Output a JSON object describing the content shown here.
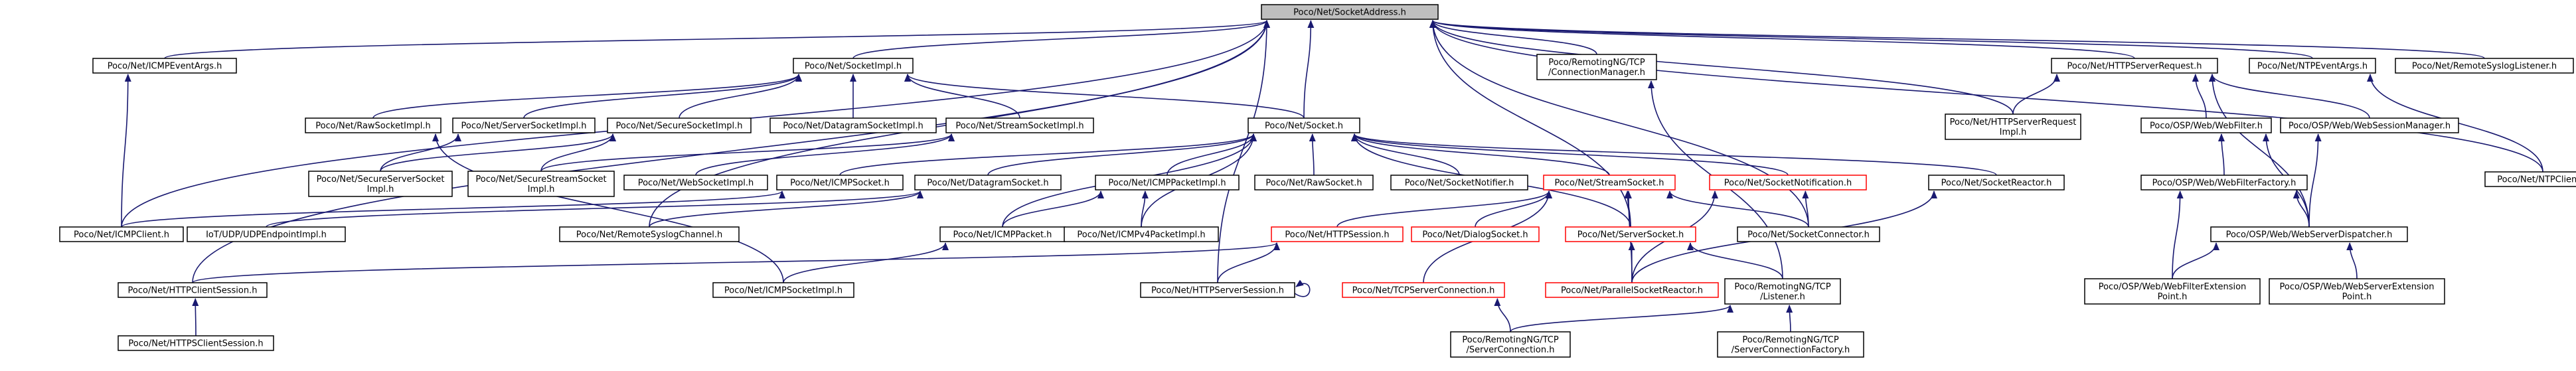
{
  "colors": {
    "edge": "#191970",
    "node_border": "#000000",
    "node_border_highlight": "#ff0000",
    "root_fill": "#bfbfbf",
    "node_fill": "#ffffff"
  },
  "nodes": {
    "socketaddress": {
      "lines": [
        "Poco/Net/SocketAddress.h"
      ],
      "root": true
    },
    "icmpeventargs": {
      "lines": [
        "Poco/Net/ICMPEventArgs.h"
      ]
    },
    "socketimpl": {
      "lines": [
        "Poco/Net/SocketImpl.h"
      ]
    },
    "conn_manager": {
      "lines": [
        "Poco/RemotingNG/TCP",
        "/ConnectionManager.h"
      ]
    },
    "httpserverrequest": {
      "lines": [
        "Poco/Net/HTTPServerRequest.h"
      ]
    },
    "ntpeventargs": {
      "lines": [
        "Poco/Net/NTPEventArgs.h"
      ]
    },
    "remotesysloglistener": {
      "lines": [
        "Poco/Net/RemoteSyslogListener.h"
      ]
    },
    "rawsocketimpl": {
      "lines": [
        "Poco/Net/RawSocketImpl.h"
      ]
    },
    "serversocketimpl": {
      "lines": [
        "Poco/Net/ServerSocketImpl.h"
      ]
    },
    "securesocketimpl": {
      "lines": [
        "Poco/Net/SecureSocketImpl.h"
      ]
    },
    "datagramsocketimpl": {
      "lines": [
        "Poco/Net/DatagramSocketImpl.h"
      ]
    },
    "streamsocketimpl": {
      "lines": [
        "Poco/Net/StreamSocketImpl.h"
      ]
    },
    "socket": {
      "lines": [
        "Poco/Net/Socket.h"
      ]
    },
    "httpserverrequestimpl": {
      "lines": [
        "Poco/Net/HTTPServerRequest",
        "Impl.h"
      ]
    },
    "webfilter": {
      "lines": [
        "Poco/OSP/Web/WebFilter.h"
      ]
    },
    "websessionmanager": {
      "lines": [
        "Poco/OSP/Web/WebSessionManager.h"
      ]
    },
    "ntpclient": {
      "lines": [
        "Poco/Net/NTPClient.h"
      ]
    },
    "secureserversocketimpl": {
      "lines": [
        "Poco/Net/SecureServerSocket",
        "Impl.h"
      ]
    },
    "securestreamsocketimpl": {
      "lines": [
        "Poco/Net/SecureStreamSocket",
        "Impl.h"
      ]
    },
    "websocketimpl": {
      "lines": [
        "Poco/Net/WebSocketImpl.h"
      ]
    },
    "icmpsocket": {
      "lines": [
        "Poco/Net/ICMPSocket.h"
      ]
    },
    "datagramsocket": {
      "lines": [
        "Poco/Net/DatagramSocket.h"
      ]
    },
    "icmppacketimpl": {
      "lines": [
        "Poco/Net/ICMPPacketImpl.h"
      ]
    },
    "rawsocket": {
      "lines": [
        "Poco/Net/RawSocket.h"
      ]
    },
    "socketnotifier": {
      "lines": [
        "Poco/Net/SocketNotifier.h"
      ]
    },
    "streamsocket": {
      "lines": [
        "Poco/Net/StreamSocket.h"
      ],
      "red": true
    },
    "socketnotification": {
      "lines": [
        "Poco/Net/SocketNotification.h"
      ],
      "red": true
    },
    "socketreactor": {
      "lines": [
        "Poco/Net/SocketReactor.h"
      ]
    },
    "webfilterfactory": {
      "lines": [
        "Poco/OSP/Web/WebFilterFactory.h"
      ]
    },
    "icmpclient": {
      "lines": [
        "Poco/Net/ICMPClient.h"
      ]
    },
    "udpendpointimpl": {
      "lines": [
        "IoT/UDP/UDPEndpointImpl.h"
      ]
    },
    "remotesyslogchannel": {
      "lines": [
        "Poco/Net/RemoteSyslogChannel.h"
      ]
    },
    "icmppacket": {
      "lines": [
        "Poco/Net/ICMPPacket.h"
      ]
    },
    "icmpv4packetimpl": {
      "lines": [
        "Poco/Net/ICMPv4PacketImpl.h"
      ]
    },
    "httpsession": {
      "lines": [
        "Poco/Net/HTTPSession.h"
      ],
      "red": true
    },
    "dialogsocket": {
      "lines": [
        "Poco/Net/DialogSocket.h"
      ],
      "red": true
    },
    "serversocket": {
      "lines": [
        "Poco/Net/ServerSocket.h"
      ],
      "red": true
    },
    "socketconnector": {
      "lines": [
        "Poco/Net/SocketConnector.h"
      ]
    },
    "webserverdispatcher": {
      "lines": [
        "Poco/OSP/Web/WebServerDispatcher.h"
      ]
    },
    "httpclientsession": {
      "lines": [
        "Poco/Net/HTTPClientSession.h"
      ]
    },
    "icmpsocketimpl": {
      "lines": [
        "Poco/Net/ICMPSocketImpl.h"
      ]
    },
    "httpserversession": {
      "lines": [
        "Poco/Net/HTTPServerSession.h"
      ]
    },
    "tcpserverconnection": {
      "lines": [
        "Poco/Net/TCPServerConnection.h"
      ],
      "red": true
    },
    "parallelsocketreactor": {
      "lines": [
        "Poco/Net/ParallelSocketReactor.h"
      ],
      "red": true
    },
    "tcp_listener": {
      "lines": [
        "Poco/RemotingNG/TCP",
        "/Listener.h"
      ]
    },
    "webfilterextpoint": {
      "lines": [
        "Poco/OSP/Web/WebFilterExtension",
        "Point.h"
      ]
    },
    "webserverextpoint": {
      "lines": [
        "Poco/OSP/Web/WebServerExtension",
        "Point.h"
      ]
    },
    "httpsclientsession": {
      "lines": [
        "Poco/Net/HTTPSClientSession.h"
      ]
    },
    "serverconnection": {
      "lines": [
        "Poco/RemotingNG/TCP",
        "/ServerConnection.h"
      ]
    },
    "serverconnectionfactory": {
      "lines": [
        "Poco/RemotingNG/TCP",
        "/ServerConnectionFactory.h"
      ]
    }
  },
  "edges": [
    [
      "icmpeventargs",
      "socketaddress"
    ],
    [
      "socketimpl",
      "socketaddress"
    ],
    [
      "conn_manager",
      "socketaddress"
    ],
    [
      "httpserverrequest",
      "socketaddress"
    ],
    [
      "ntpeventargs",
      "socketaddress"
    ],
    [
      "remotesysloglistener",
      "socketaddress"
    ],
    [
      "socket",
      "socketaddress"
    ],
    [
      "icmpclient",
      "socketaddress"
    ],
    [
      "remotesyslogchannel",
      "socketaddress"
    ],
    [
      "httpclientsession",
      "socketaddress"
    ],
    [
      "httpserversession",
      "socketaddress"
    ],
    [
      "httpserverrequestimpl",
      "socketaddress"
    ],
    [
      "ntpclient",
      "socketaddress"
    ],
    [
      "socketconnector",
      "socketaddress"
    ],
    [
      "serversocket",
      "socketaddress"
    ],
    [
      "icmpclient",
      "icmpeventargs"
    ],
    [
      "rawsocketimpl",
      "socketimpl"
    ],
    [
      "serversocketimpl",
      "socketimpl"
    ],
    [
      "securesocketimpl",
      "socketimpl"
    ],
    [
      "datagramsocketimpl",
      "socketimpl"
    ],
    [
      "streamsocketimpl",
      "socketimpl"
    ],
    [
      "socket",
      "socketimpl"
    ],
    [
      "tcp_listener",
      "conn_manager"
    ],
    [
      "httpserverrequestimpl",
      "httpserverrequest"
    ],
    [
      "webfilter",
      "httpserverrequest"
    ],
    [
      "websessionmanager",
      "httpserverrequest"
    ],
    [
      "webserverdispatcher",
      "httpserverrequest"
    ],
    [
      "ntpclient",
      "ntpeventargs"
    ],
    [
      "icmpsocketimpl",
      "rawsocketimpl"
    ],
    [
      "secureserversocketimpl",
      "serversocketimpl"
    ],
    [
      "secureserversocketimpl",
      "securesocketimpl"
    ],
    [
      "securestreamsocketimpl",
      "securesocketimpl"
    ],
    [
      "securestreamsocketimpl",
      "streamsocketimpl"
    ],
    [
      "websocketimpl",
      "streamsocketimpl"
    ],
    [
      "icmpsocket",
      "socket"
    ],
    [
      "datagramsocket",
      "socket"
    ],
    [
      "icmppacketimpl",
      "socket"
    ],
    [
      "rawsocket",
      "socket"
    ],
    [
      "socketnotifier",
      "socket"
    ],
    [
      "streamsocket",
      "socket"
    ],
    [
      "socketnotification",
      "socket"
    ],
    [
      "socketreactor",
      "socket"
    ],
    [
      "icmppacket",
      "socket"
    ],
    [
      "icmpv4packetimpl",
      "socket"
    ],
    [
      "serversocket",
      "socket"
    ],
    [
      "webfilterfactory",
      "webfilter"
    ],
    [
      "webserverdispatcher",
      "webfilter"
    ],
    [
      "webserverdispatcher",
      "websessionmanager"
    ],
    [
      "icmpclient",
      "icmpsocket"
    ],
    [
      "udpendpointimpl",
      "datagramsocket"
    ],
    [
      "remotesyslogchannel",
      "datagramsocket"
    ],
    [
      "icmppacket",
      "icmppacketimpl"
    ],
    [
      "icmpv4packetimpl",
      "icmppacketimpl"
    ],
    [
      "httpsession",
      "streamsocket"
    ],
    [
      "dialogsocket",
      "streamsocket"
    ],
    [
      "serversocket",
      "streamsocket"
    ],
    [
      "socketconnector",
      "streamsocket"
    ],
    [
      "tcpserverconnection",
      "streamsocket"
    ],
    [
      "parallelsocketreactor",
      "streamsocket"
    ],
    [
      "parallelsocketreactor",
      "socketnotification"
    ],
    [
      "socketconnector",
      "socketnotification"
    ],
    [
      "parallelsocketreactor",
      "socketreactor"
    ],
    [
      "webserverdispatcher",
      "webfilterfactory"
    ],
    [
      "webfilterextpoint",
      "webfilterfactory"
    ],
    [
      "icmpsocketimpl",
      "icmppacket"
    ],
    [
      "httpclientsession",
      "httpsession"
    ],
    [
      "httpserversession",
      "httpsession"
    ],
    [
      "parallelsocketreactor",
      "serversocket"
    ],
    [
      "tcp_listener",
      "serversocket"
    ],
    [
      "webfilterextpoint",
      "webserverdispatcher"
    ],
    [
      "webserverextpoint",
      "webserverdispatcher"
    ],
    [
      "httpsclientsession",
      "httpclientsession"
    ],
    [
      "serverconnection",
      "tcpserverconnection"
    ],
    [
      "serverconnection",
      "tcp_listener"
    ],
    [
      "serverconnectionfactory",
      "tcp_listener"
    ],
    [
      "httpserversession",
      "httpserversession"
    ]
  ]
}
